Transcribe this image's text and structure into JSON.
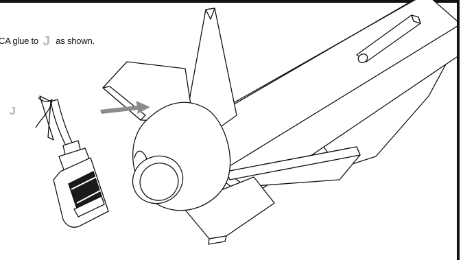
{
  "instruction": {
    "prefix": "CA glue to",
    "part": "J",
    "suffix": "as shown."
  },
  "part_label": "J",
  "colors": {
    "outline": "#111111",
    "arrow": "#8c8c8c",
    "part_highlight": "#b9b9b9",
    "frame": "#111111"
  },
  "icons": [
    "glue-bottle-icon",
    "balsa-strip-icon",
    "insertion-arrow-icon"
  ]
}
